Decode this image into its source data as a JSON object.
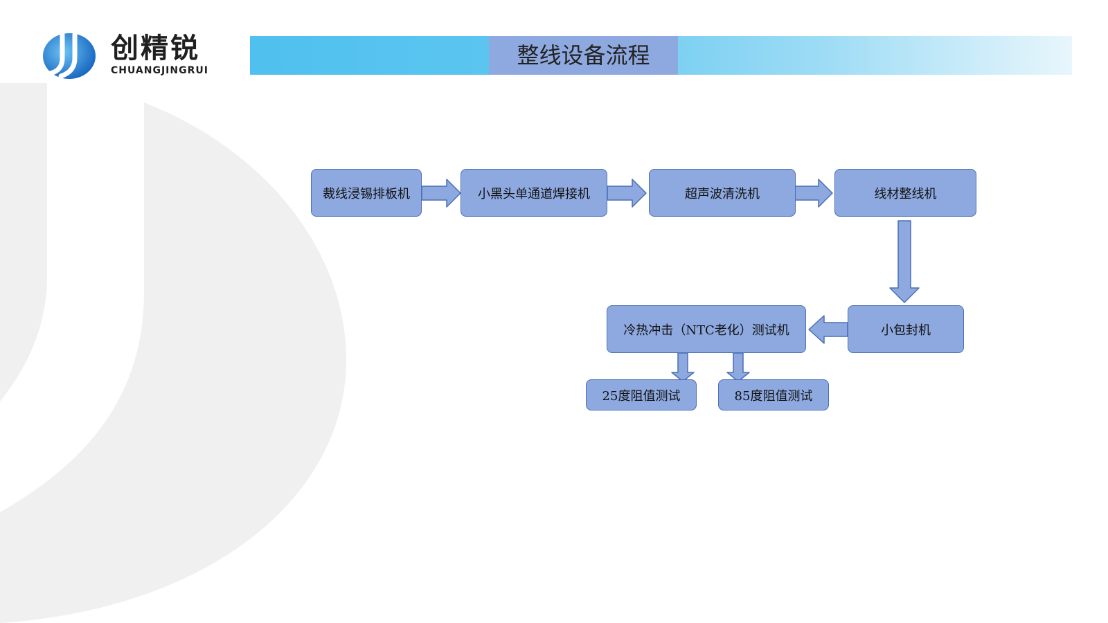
{
  "header": {
    "logo_cn": "创精锐",
    "logo_en": "CHUANGJINGRUI",
    "title": "整线设备流程"
  },
  "diagram": {
    "nodes": {
      "n1": "裁线浸锡排板机",
      "n2": "小黑头单通道焊接机",
      "n3": "超声波清洗机",
      "n4": "线材整线机",
      "n5": "小包封机",
      "n6": "冷热冲击（NTC老化）测试机",
      "n7": "25度阻值测试",
      "n8": "85度阻值测试"
    },
    "edges": [
      {
        "from": "n1",
        "to": "n2"
      },
      {
        "from": "n2",
        "to": "n3"
      },
      {
        "from": "n3",
        "to": "n4"
      },
      {
        "from": "n4",
        "to": "n5"
      },
      {
        "from": "n5",
        "to": "n6"
      },
      {
        "from": "n6",
        "to": "n7"
      },
      {
        "from": "n6",
        "to": "n8"
      }
    ],
    "colors": {
      "node_fill": "#8ea9e0",
      "node_border": "#4a6fb5",
      "banner_start": "#4fc0ef",
      "banner_end": "#e8f6fc"
    }
  }
}
